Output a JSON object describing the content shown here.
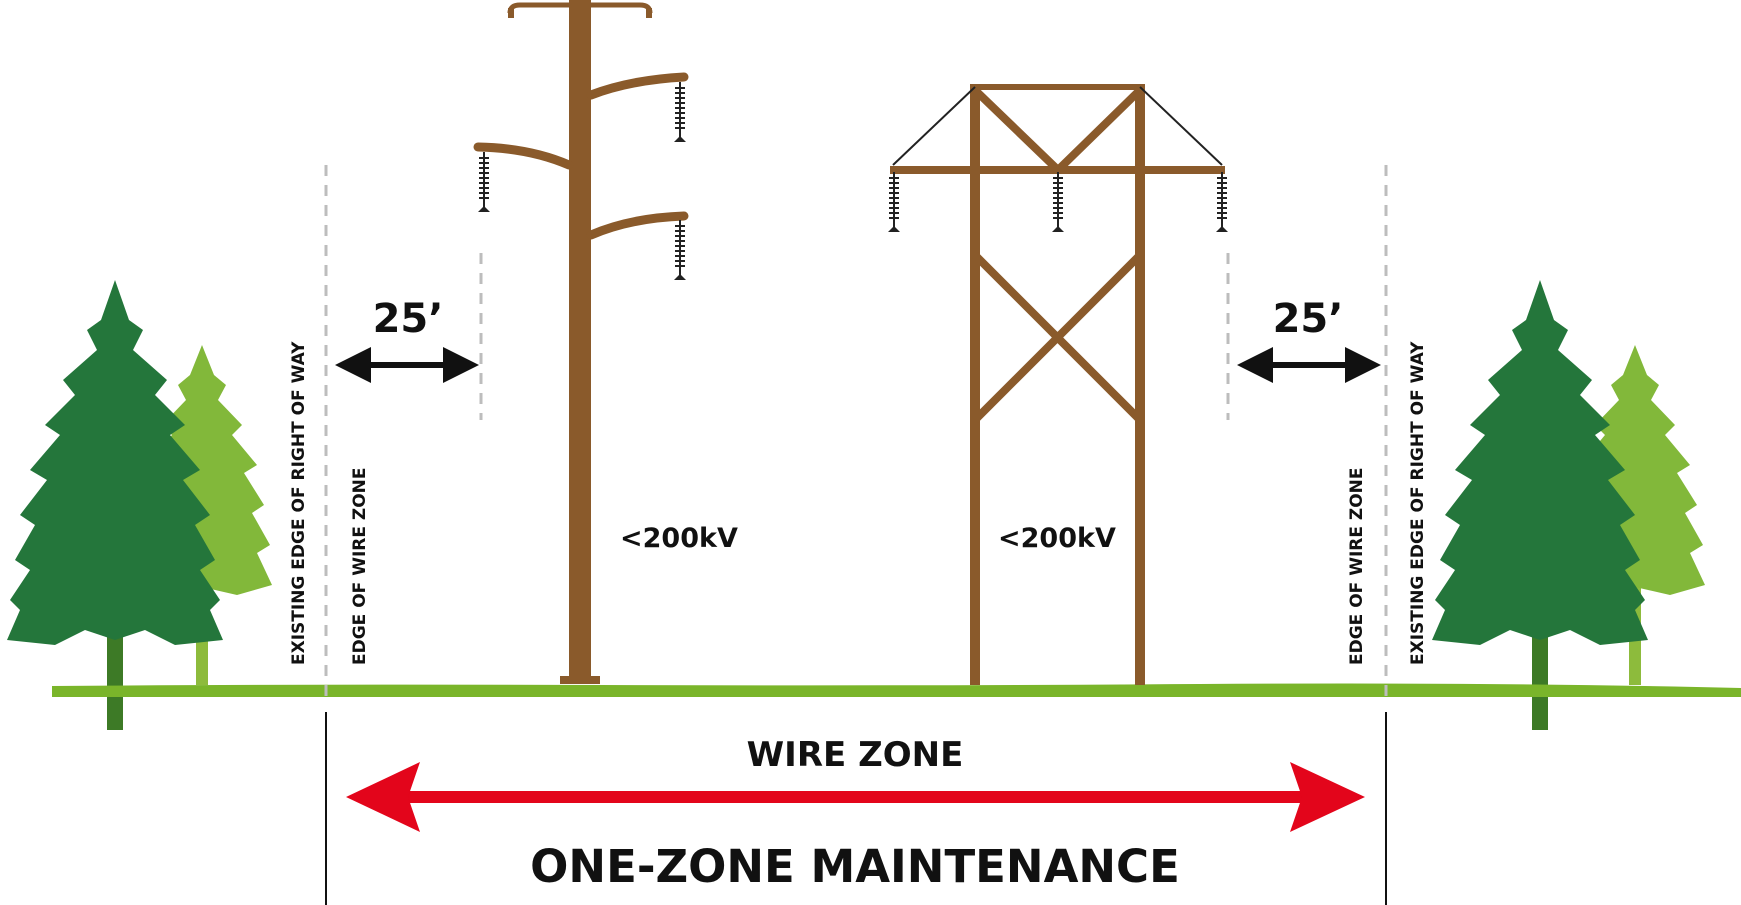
{
  "labels": {
    "left_distance": "25’",
    "right_distance": "25’",
    "left_row_edge": "EXISTING EDGE OF RIGHT OF WAY",
    "left_wire_edge": "EDGE OF WIRE ZONE",
    "right_wire_edge": "EDGE OF WIRE ZONE",
    "right_row_edge": "EXISTING EDGE OF RIGHT OF WAY",
    "pole_voltage": "<200kV",
    "hframe_voltage": "<200kV",
    "wire_zone": "WIRE ZONE",
    "maintenance": "ONE-ZONE MAINTENANCE"
  },
  "colors": {
    "wood": "#8a5a2b",
    "ground": "#7ab52a",
    "tree_dark": "#24763b",
    "tree_light": "#82b83a",
    "trunk_dark": "#3d7a26",
    "trunk_light": "#8dbb3c",
    "arrow_red": "#e3051b",
    "guide_gray": "#bdbdbd",
    "text": "#111111"
  },
  "icons": [
    "single-pole-structure-icon",
    "h-frame-structure-icon",
    "tree-icon",
    "insulator-icon"
  ]
}
